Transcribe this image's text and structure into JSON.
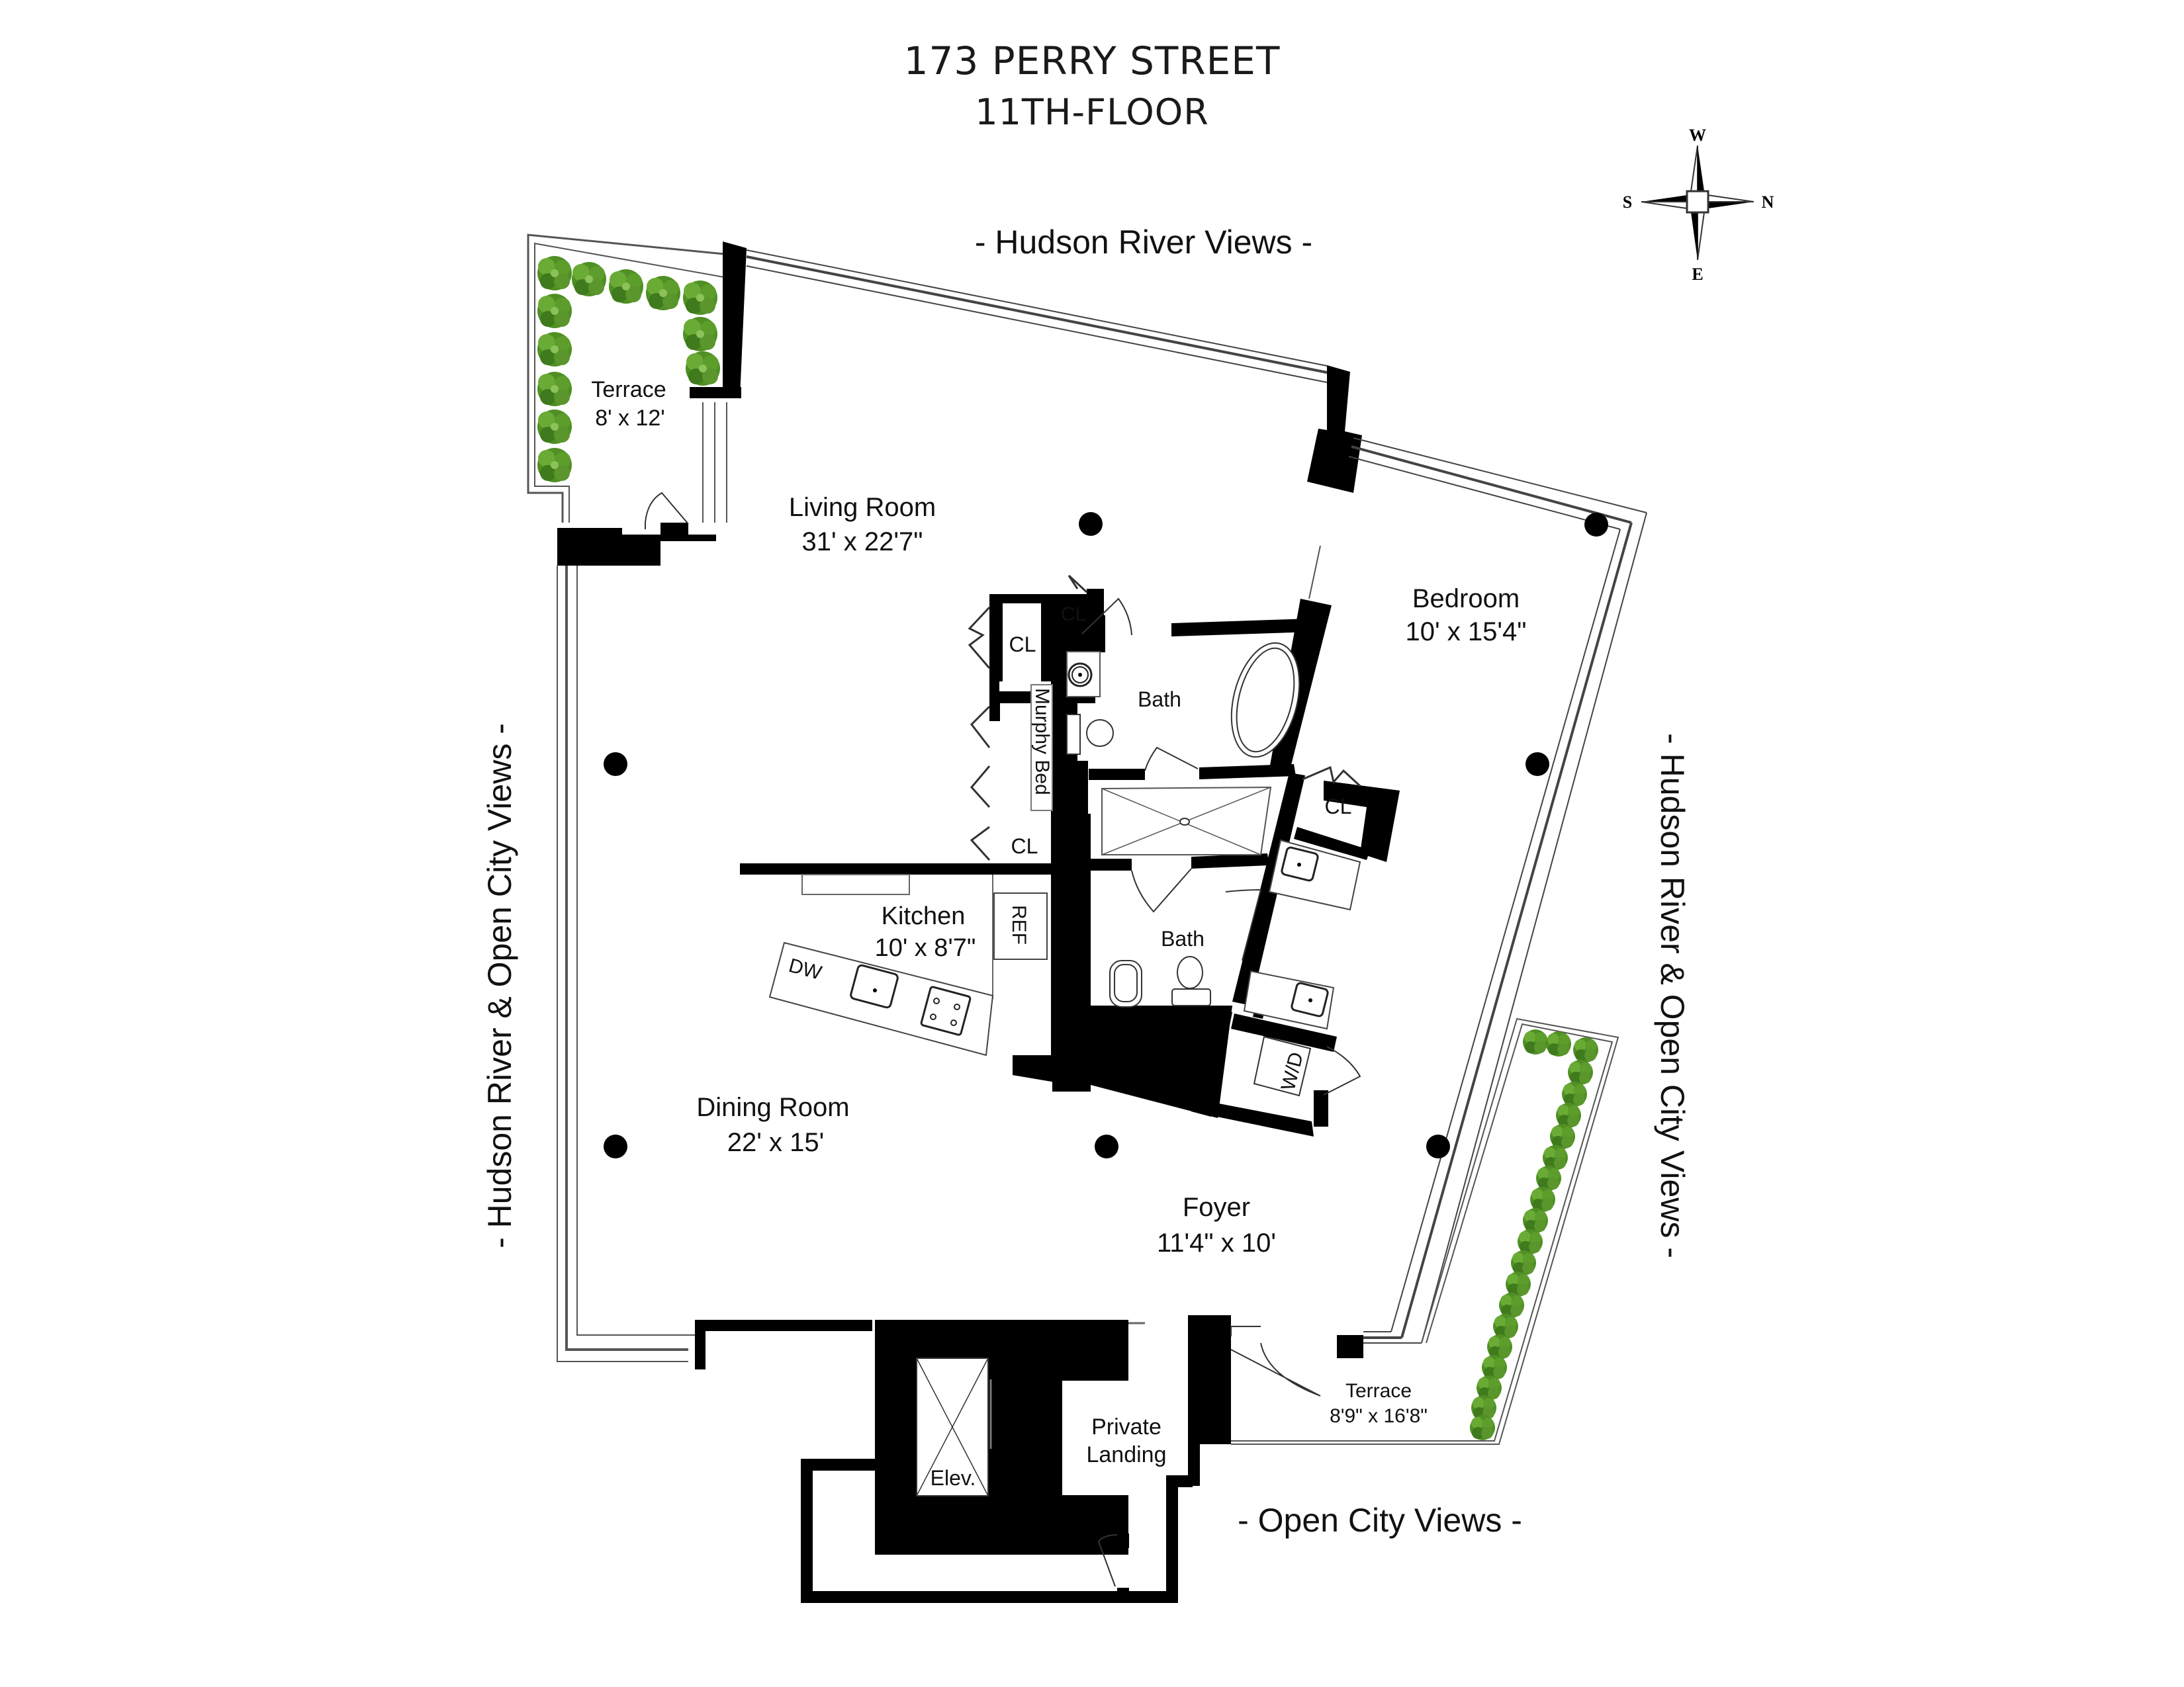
{
  "header": {
    "address": "173 PERRY STREET",
    "floor": "11TH-FLOOR"
  },
  "compass": {
    "north": "N",
    "south": "S",
    "east": "E",
    "west": "W"
  },
  "views": {
    "top": "- Hudson River Views -",
    "left": "- Hudson River & Open City Views -",
    "right": "- Hudson River & Open City Views -",
    "bottom": "- Open City Views -"
  },
  "rooms": {
    "terrace_west": {
      "name": "Terrace",
      "dims": "8' x 12'"
    },
    "living_room": {
      "name": "Living Room",
      "dims": "31' x 22'7\""
    },
    "bedroom": {
      "name": "Bedroom",
      "dims": "10' x 15'4\""
    },
    "kitchen": {
      "name": "Kitchen",
      "dims": "10' x 8'7\""
    },
    "dining_room": {
      "name": "Dining Room",
      "dims": "22' x 15'"
    },
    "foyer": {
      "name": "Foyer",
      "dims": "11'4\" x 10'"
    },
    "terrace_east": {
      "name": "Terrace",
      "dims": "8'9\" x 16'8\""
    },
    "master_bath": {
      "name": "Bath"
    },
    "second_bath": {
      "name": "Bath"
    },
    "private_landing": {
      "line1": "Private",
      "line2": "Landing"
    },
    "elevator": {
      "name": "Elev."
    }
  },
  "fixtures": {
    "closet": "CL",
    "murphy_bed": "Murphy Bed",
    "refrigerator": "REF",
    "dishwasher": "DW",
    "washer_dryer": "W/D"
  },
  "colors": {
    "wall": "#000000",
    "plant": "#5a962c",
    "plant_dark": "#3f7a1c",
    "window_line": "#555555"
  }
}
